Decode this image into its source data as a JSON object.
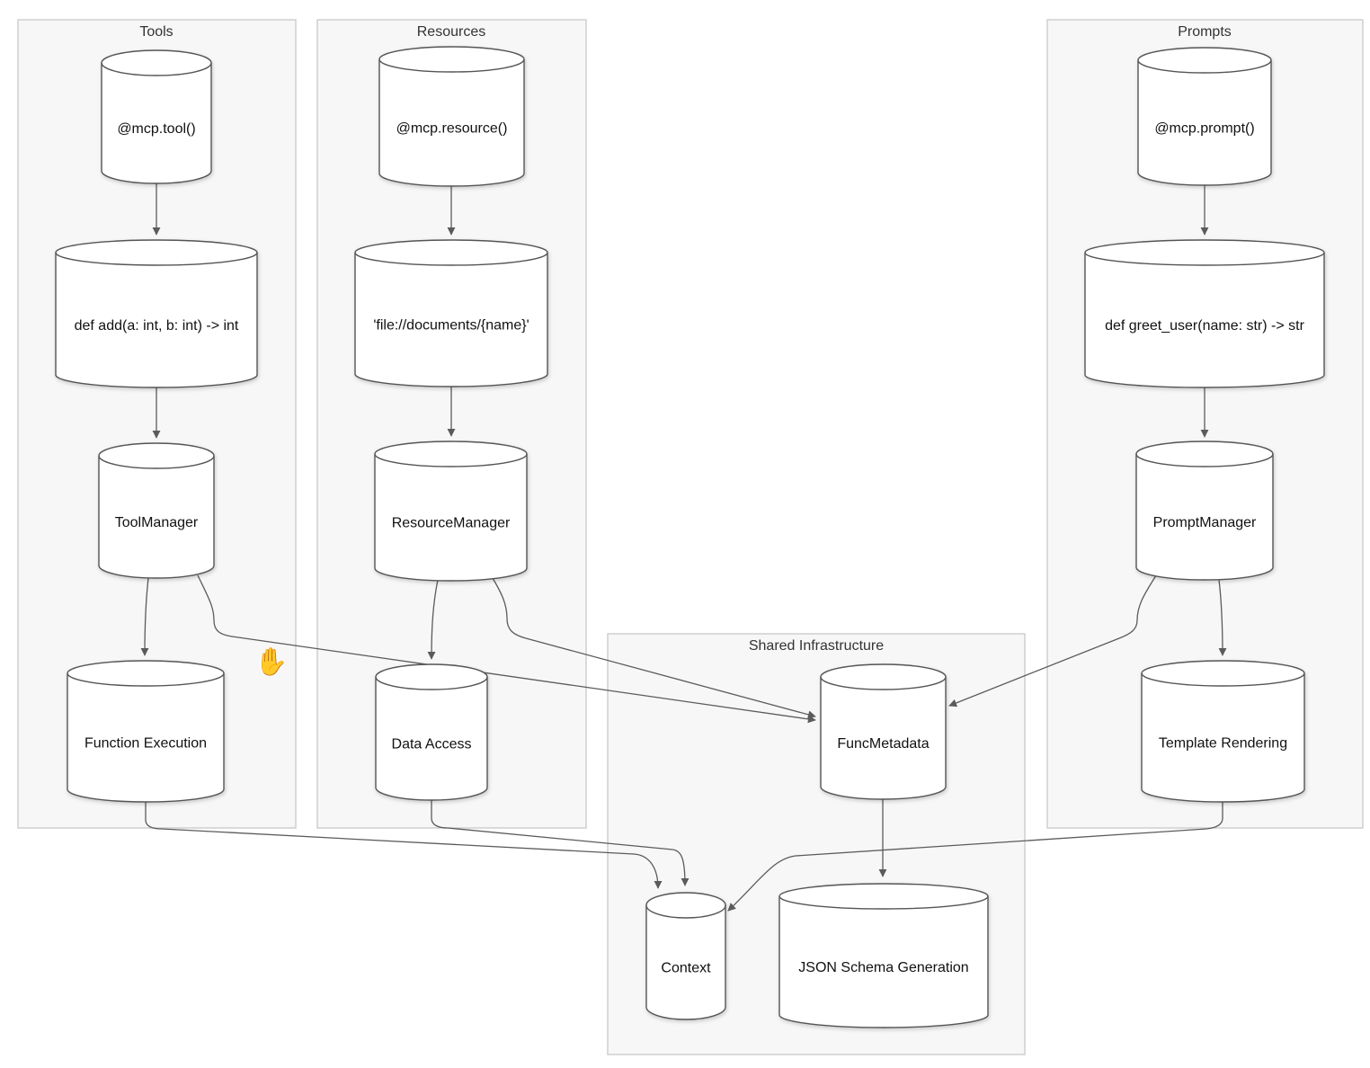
{
  "clusters": {
    "tools": {
      "title": "Tools"
    },
    "resources": {
      "title": "Resources"
    },
    "prompts": {
      "title": "Prompts"
    },
    "shared": {
      "title": "Shared Infrastructure"
    }
  },
  "nodes": {
    "mcp_tool": "@mcp.tool()",
    "def_add": "def add(a: int, b: int) -> int",
    "tool_manager": "ToolManager",
    "function_execution": "Function Execution",
    "mcp_resource": "@mcp.resource()",
    "file_uri": "'file://documents/{name}'",
    "resource_manager": "ResourceManager",
    "data_access": "Data Access",
    "mcp_prompt": "@mcp.prompt()",
    "def_greet": "def greet_user(name: str) -> str",
    "prompt_manager": "PromptManager",
    "template_rendering": "Template Rendering",
    "func_metadata": "FuncMetadata",
    "context": "Context",
    "json_schema": "JSON Schema Generation"
  },
  "edges": [
    {
      "from": "mcp_tool",
      "to": "def_add"
    },
    {
      "from": "def_add",
      "to": "tool_manager"
    },
    {
      "from": "tool_manager",
      "to": "function_execution"
    },
    {
      "from": "tool_manager",
      "to": "func_metadata"
    },
    {
      "from": "mcp_resource",
      "to": "file_uri"
    },
    {
      "from": "file_uri",
      "to": "resource_manager"
    },
    {
      "from": "resource_manager",
      "to": "data_access"
    },
    {
      "from": "resource_manager",
      "to": "func_metadata"
    },
    {
      "from": "mcp_prompt",
      "to": "def_greet"
    },
    {
      "from": "def_greet",
      "to": "prompt_manager"
    },
    {
      "from": "prompt_manager",
      "to": "template_rendering"
    },
    {
      "from": "prompt_manager",
      "to": "func_metadata"
    },
    {
      "from": "func_metadata",
      "to": "json_schema"
    },
    {
      "from": "function_execution",
      "to": "context"
    },
    {
      "from": "data_access",
      "to": "context"
    },
    {
      "from": "template_rendering",
      "to": "context"
    }
  ],
  "cursor": {
    "icon": "hand-cursor-icon",
    "glyph": "✋"
  }
}
